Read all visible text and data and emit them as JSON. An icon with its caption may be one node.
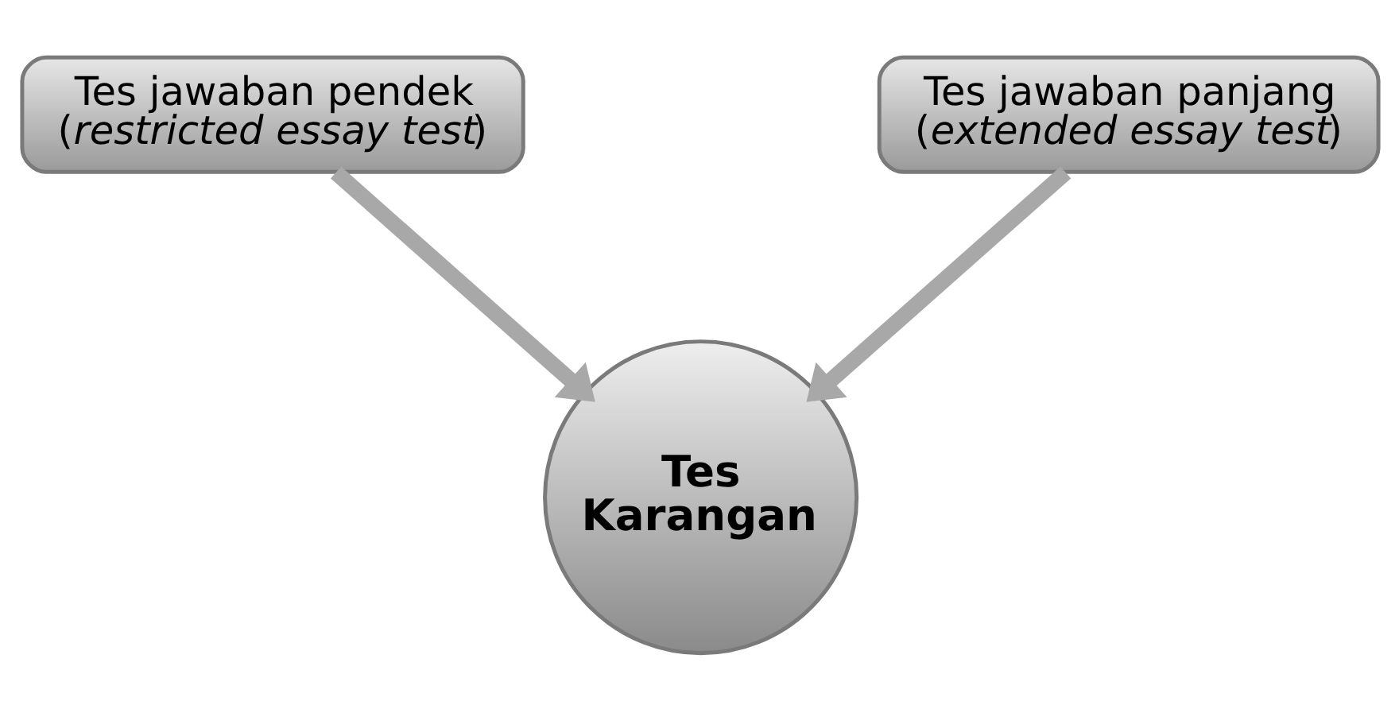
{
  "diagram": {
    "nodes": [
      {
        "text": [
          "Tes jawaban pendek (*restricted essay test*)"
        ]
      },
      {
        "text": [
          "Tes jawaban panjang (*extended essay test*)"
        ]
      },
      {
        "text": [
          "Tes Karangan"
        ]
      }
    ],
    "edges": [
      {
        "from": 0,
        "to": 2,
        "arrow": "to"
      },
      {
        "from": 1,
        "to": 2,
        "arrow": "to"
      }
    ]
  }
}
